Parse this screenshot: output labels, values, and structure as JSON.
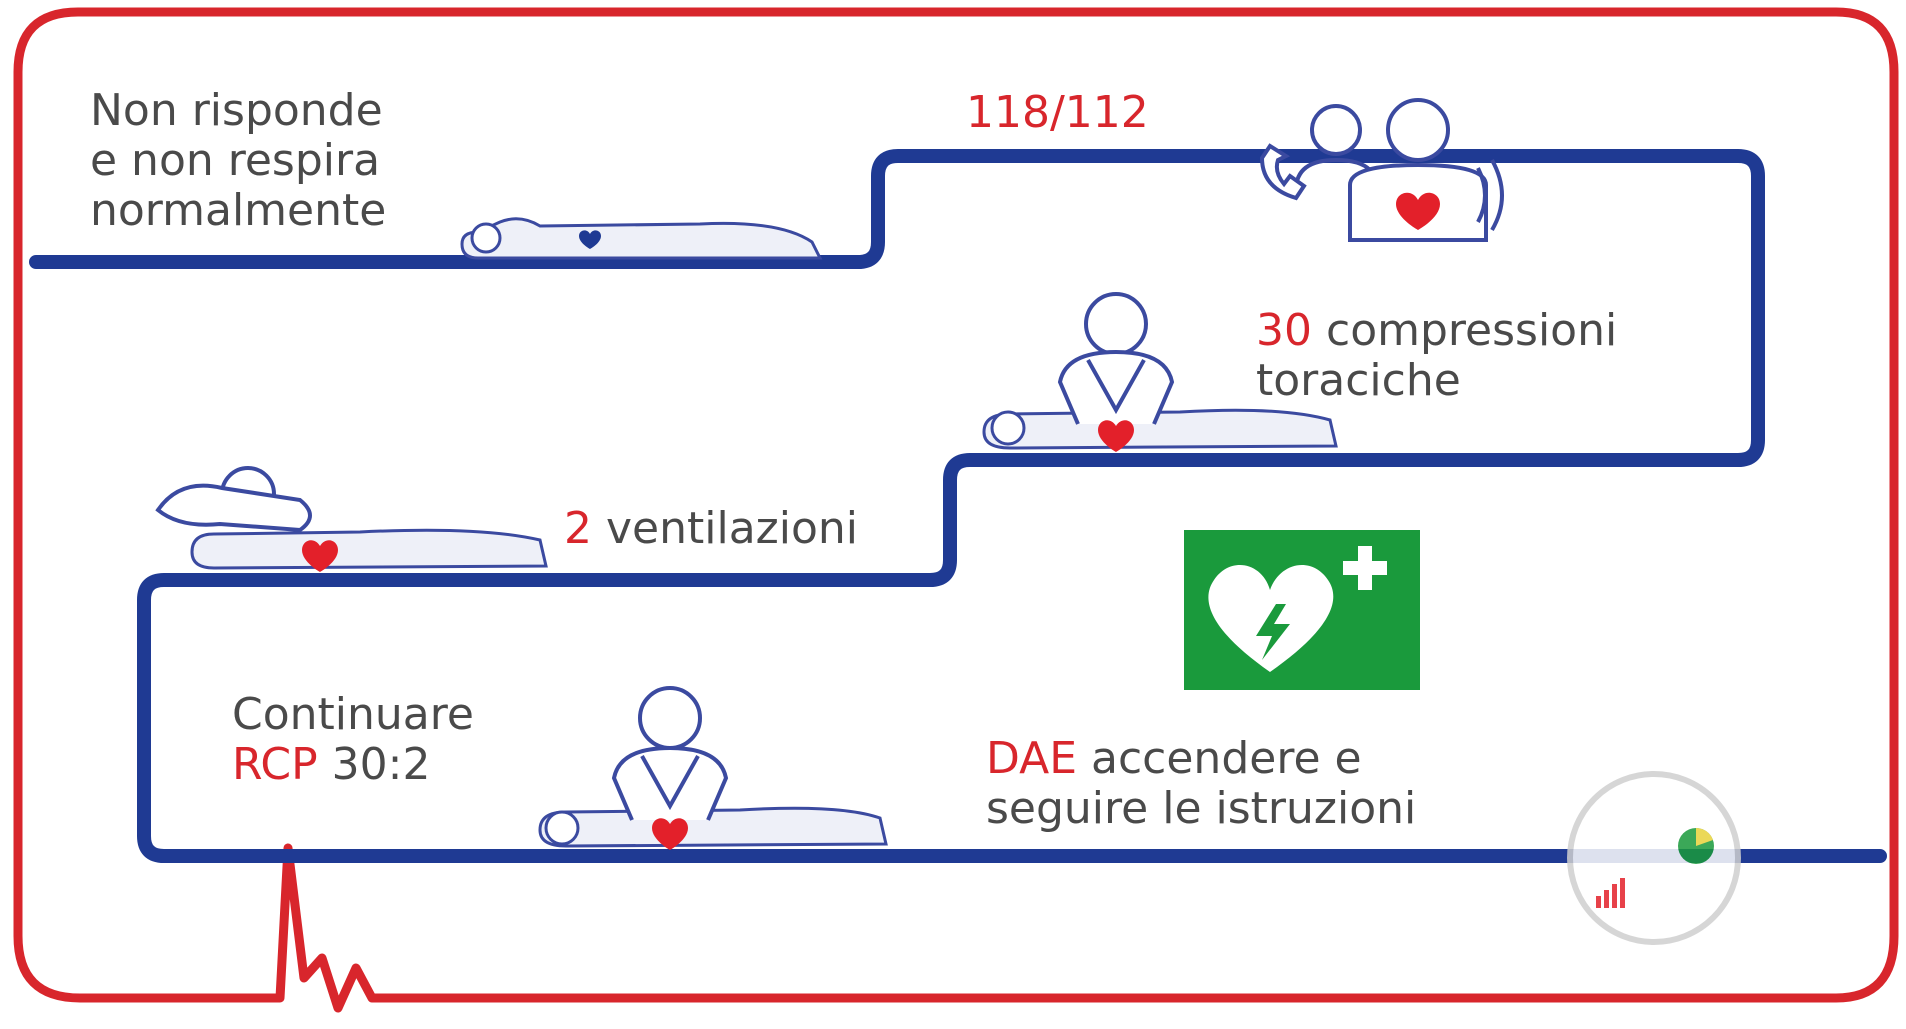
{
  "steps": {
    "no_response": {
      "line1": "Non risponde",
      "line2": "e non respira",
      "line3": "normalmente"
    },
    "call": {
      "number": "118/112"
    },
    "compressions": {
      "count": "30",
      "text": "compressioni",
      "line2": "toraciche"
    },
    "ventilations": {
      "count": "2",
      "text": "ventilazioni"
    },
    "continue": {
      "line1": "Continuare",
      "rcp": "RCP",
      "ratio": "30:2"
    },
    "aed": {
      "dae": "DAE",
      "text": "accendere e",
      "line2": "seguire le istruzioni"
    }
  },
  "colors": {
    "frame_red": "#d8262c",
    "path_blue": "#1f3a93",
    "heart_red": "#e3202a",
    "aed_green": "#1a9a3c",
    "figure_outline": "#3b4aa0"
  },
  "icons": [
    "person-lying-icon",
    "phone-caller-icon",
    "cpr-compressions-icon",
    "rescue-breaths-icon",
    "aed-sign-icon",
    "ecg-pulse-icon",
    "watermark-logo-icon"
  ]
}
